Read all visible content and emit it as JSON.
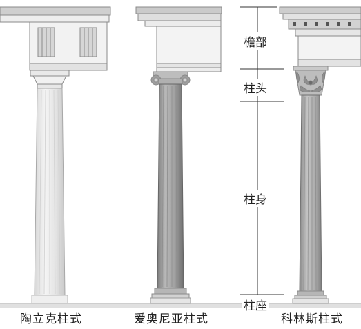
{
  "columns": [
    {
      "key": "doric",
      "label": "陶立克柱式"
    },
    {
      "key": "ionic",
      "label": "爱奥尼亚柱式"
    },
    {
      "key": "corinthian",
      "label": "科林斯柱式"
    }
  ],
  "parts": {
    "entablature": "檐部",
    "capital": "柱头",
    "shaft": "柱身",
    "base": "柱座"
  },
  "colors": {
    "line": "#7a7a7a",
    "shade_light": "#e6e6e6",
    "shade_dark": "#9a9a9a",
    "ground": "#d9d9d9"
  }
}
